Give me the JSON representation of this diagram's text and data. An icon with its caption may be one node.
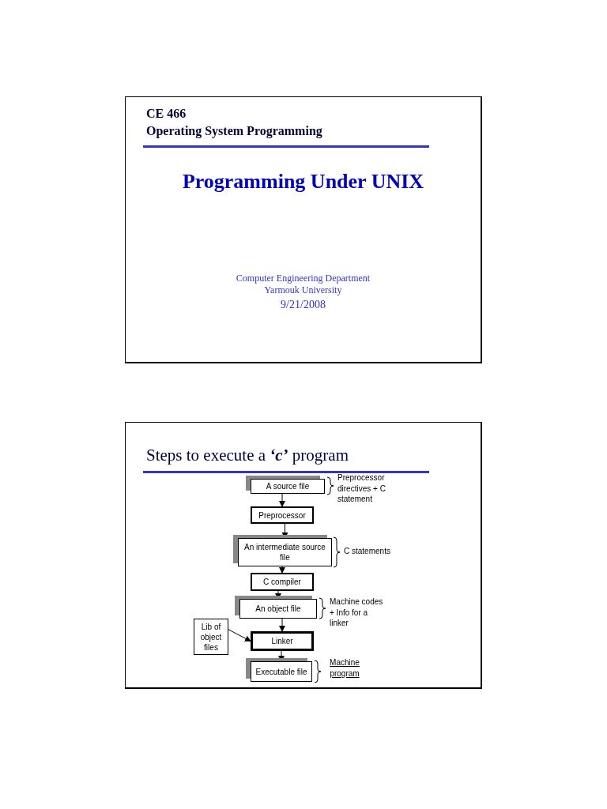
{
  "diagram": {
    "nodes": [
      {
        "text": [
          "CE 466",
          "Operating System Programming",
          "Programming Under UNIX",
          "Computer Engineering Department",
          "Yarmouk University",
          "9/21/2008"
        ]
      },
      {
        "text": [
          "Steps to execute a **‘c’** program"
        ]
      },
      {
        "text": [
          "A source file"
        ],
        "in": 1,
        "beside": [
          "Preprocessor directives + C statement"
        ]
      },
      {
        "text": [
          "Preprocessor"
        ],
        "in": 1
      },
      {
        "text": [
          "An intermediate source file"
        ],
        "in": 1,
        "beside": [
          "C statements"
        ]
      },
      {
        "text": [
          "C compiler"
        ],
        "in": 1
      },
      {
        "text": [
          "An object file"
        ],
        "in": 1,
        "beside": [
          "Machine codes + Info for a linker"
        ]
      },
      {
        "text": [
          "Lib of object files"
        ],
        "in": 1
      },
      {
        "text": [
          "Linker"
        ],
        "in": 1
      },
      {
        "text": [
          "Executable file"
        ],
        "in": 1,
        "beside": [
          "Machine program"
        ]
      }
    ],
    "edges": [
      {
        "from": 2,
        "to": 3,
        "arrow": "to"
      },
      {
        "from": 3,
        "to": 4,
        "arrow": "to"
      },
      {
        "from": 4,
        "to": 5,
        "arrow": "to"
      },
      {
        "from": 5,
        "to": 6,
        "arrow": "to"
      },
      {
        "from": 6,
        "to": 8,
        "arrow": "to"
      },
      {
        "from": 7,
        "to": 8,
        "arrow": "to"
      },
      {
        "from": 8,
        "to": 9,
        "arrow": "to"
      }
    ]
  }
}
